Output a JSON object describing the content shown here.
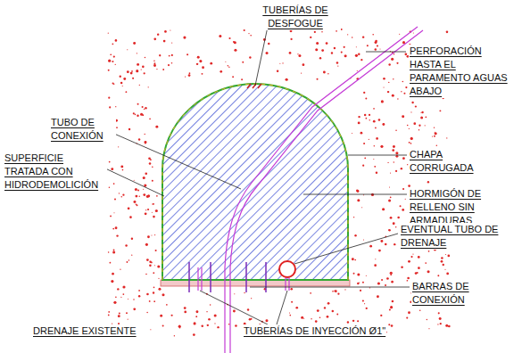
{
  "diagram": {
    "labels": [
      "TUBERÍAS DE DESFOGUE",
      "PERFORACIÓN HASTA EL PARAMENTO AGUAS ABAJO",
      "TUBO DE CONEXIÓN",
      "CHAPA CORRUGADA",
      "SUPERFICIE TRATADA CON HIDRODEMOLICIÓN",
      "HORMIGÓN DE RELLENO SIN ARMADURAS",
      "EVENTUAL TUBO DE DRENAJE",
      "BARRAS DE CONEXIÓN",
      "DRENAJE EXISTENTE",
      "TUBERÍAS DE INYECCIÓN Ø1\""
    ]
  }
}
